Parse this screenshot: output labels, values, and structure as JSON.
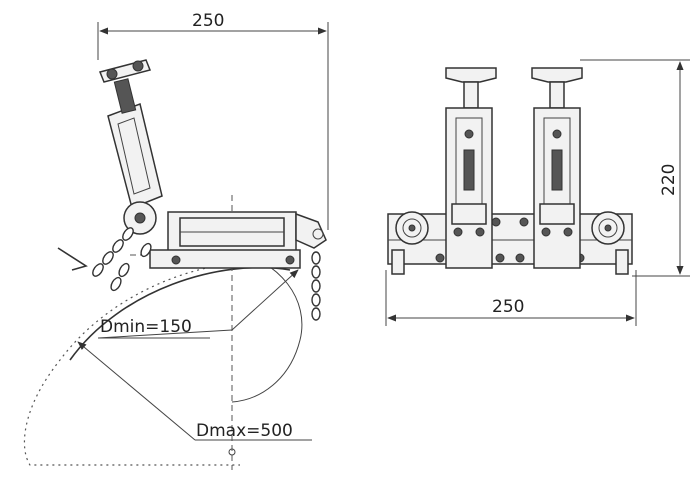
{
  "left_view": {
    "width_dimension": "250",
    "dmin_label": "Dmin=150",
    "dmax_label": "Dmax=500"
  },
  "right_view": {
    "height_dimension": "220",
    "width_dimension": "250"
  }
}
